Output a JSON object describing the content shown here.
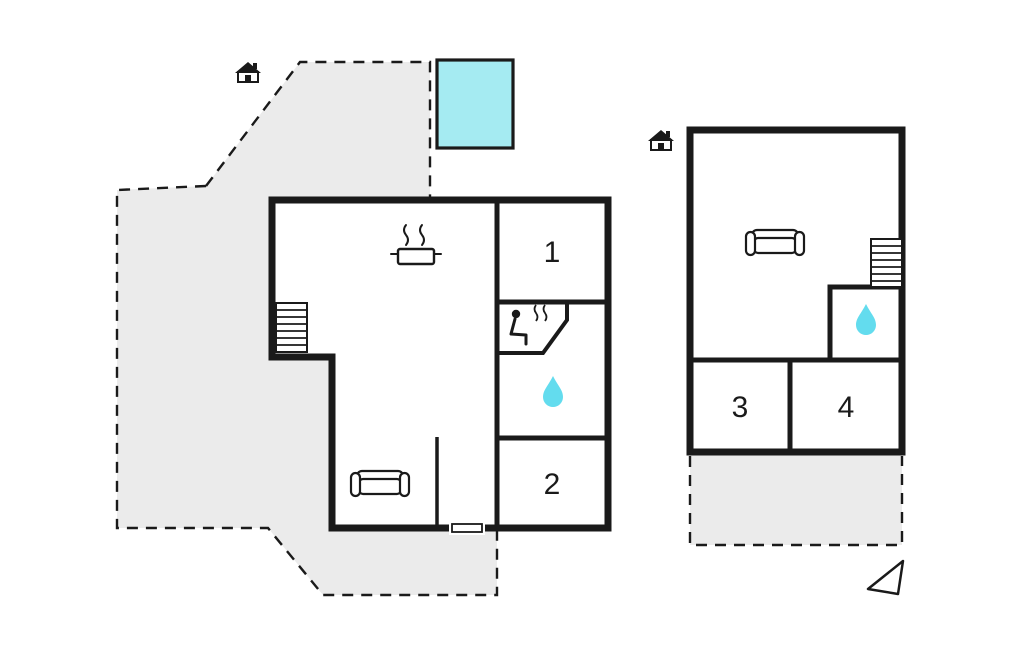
{
  "colors": {
    "wall": "#1a1a1a",
    "pool_fill": "#a5ebf2",
    "water_drop_fill": "#63dcee",
    "terrace_fill": "#ebebeb",
    "background": "#ffffff"
  },
  "ground_floor": {
    "rooms": [
      {
        "label": "1"
      },
      {
        "label": "2"
      }
    ],
    "icons": [
      "house-icon",
      "pool",
      "kitchen-hob-icon",
      "stairs-icon",
      "sauna-icon",
      "water-drop-icon",
      "sofa-icon",
      "entrance-door"
    ]
  },
  "upper_floor": {
    "rooms": [
      {
        "label": "3"
      },
      {
        "label": "4"
      }
    ],
    "icons": [
      "house-icon",
      "sofa-icon",
      "stairs-icon",
      "water-drop-icon",
      "north-arrow-icon"
    ]
  }
}
